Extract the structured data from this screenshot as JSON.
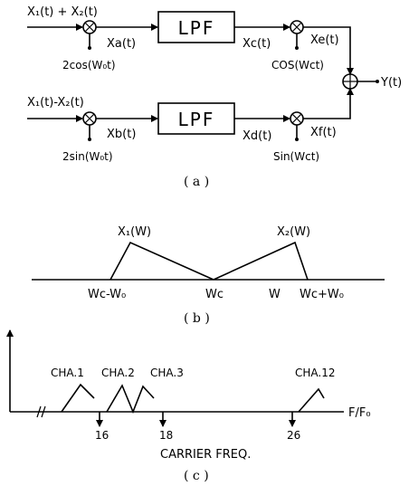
{
  "panel_a": {
    "top_input": "X₁(t) + X₂(t)",
    "bottom_input": "X₁(t)-X₂(t)",
    "lpf_top": "LPF",
    "lpf_bottom": "LPF",
    "top_osc": "2cos(W₀t)",
    "bottom_osc": "2sin(W₀t)",
    "xa": "Xa(t)",
    "xb": "Xb(t)",
    "xc": "Xc(t)",
    "xd": "Xd(t)",
    "xe": "Xe(t)",
    "xf": "Xf(t)",
    "top_carrier": "COS(Wct)",
    "bottom_carrier": "Sin(Wct)",
    "output": "Y(t)",
    "caption": "( a )"
  },
  "panel_b": {
    "x1w": "X₁(W)",
    "x2w": "X₂(W)",
    "tick_left": "Wc-W₀",
    "tick_center": "Wc",
    "tick_w": "W",
    "tick_right": "Wc+W₀",
    "caption": "( b )"
  },
  "panel_c": {
    "channels": [
      "CHA.1",
      "CHA.2",
      "CHA.3",
      "CHA.12"
    ],
    "ticks": [
      "16",
      "18",
      "26"
    ],
    "axis_label": "F/F₀",
    "xlabel": "CARRIER FREQ.",
    "caption": "( c )"
  }
}
